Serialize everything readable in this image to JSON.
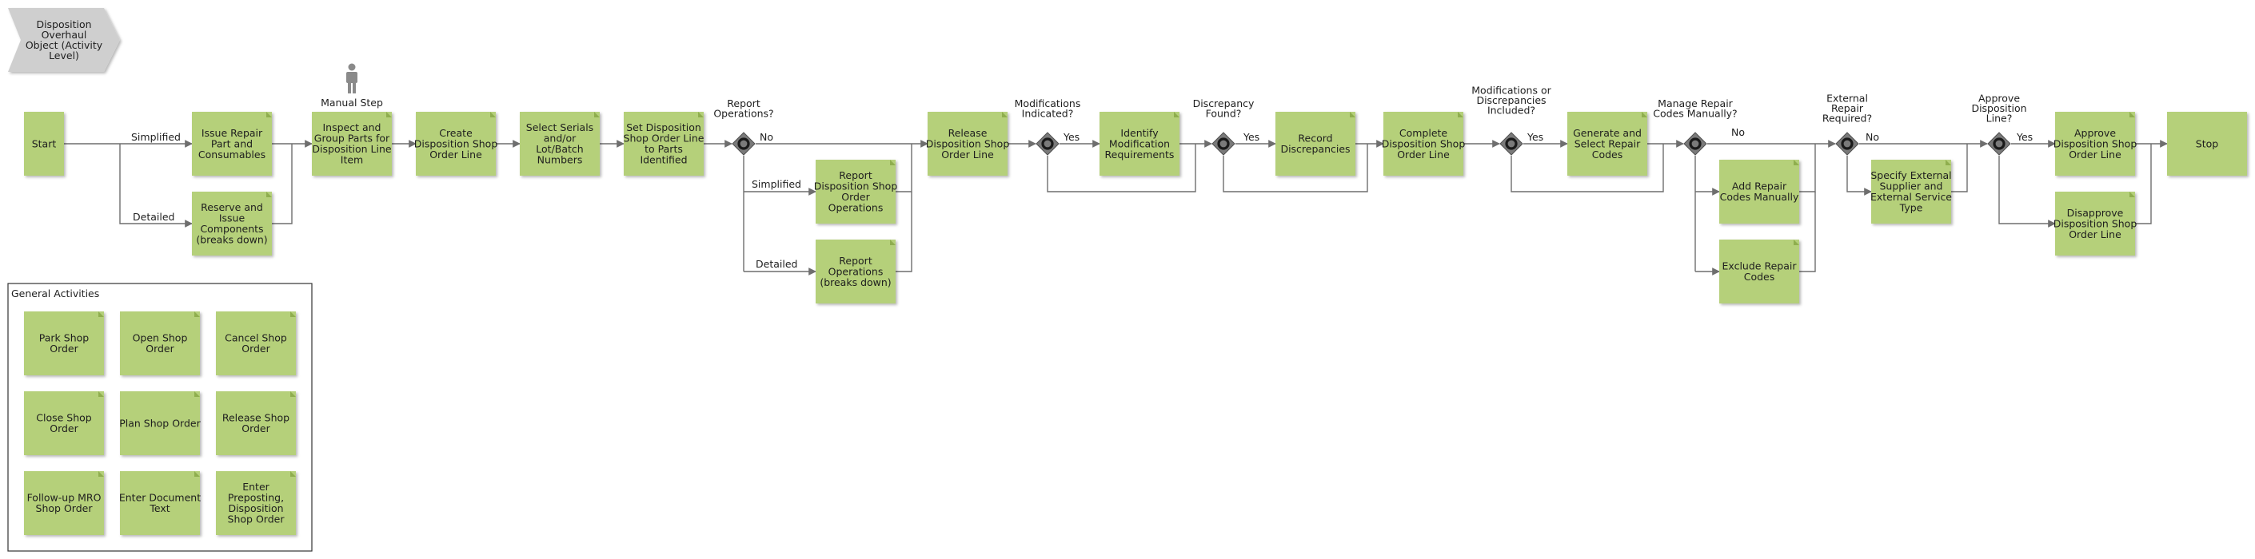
{
  "diagram": {
    "object": {
      "lines": [
        "Disposition",
        "Overhaul",
        "Object (Activity",
        "Level)"
      ]
    },
    "general_activities_title": "General Activities",
    "manual_step_label": "Manual Step",
    "nodes": {
      "start": {
        "type": "terminal",
        "lines": [
          "Start"
        ]
      },
      "issue_repair": {
        "type": "activity",
        "lines": [
          "Issue Repair",
          "Part and",
          "Consumables"
        ]
      },
      "reserve_issue": {
        "type": "activity",
        "lines": [
          "Reserve and",
          "Issue",
          "Components",
          "(breaks down)"
        ]
      },
      "inspect_group": {
        "type": "activity",
        "lines": [
          "Inspect and",
          "Group Parts for",
          "Disposition Line",
          "Item"
        ]
      },
      "create_disp": {
        "type": "activity",
        "lines": [
          "Create",
          "Disposition Shop",
          "Order Line"
        ]
      },
      "select_serials": {
        "type": "activity",
        "lines": [
          "Select Serials",
          "and/or",
          "Lot/Batch",
          "Numbers"
        ]
      },
      "set_disp": {
        "type": "activity",
        "lines": [
          "Set Disposition",
          "Shop Order Line",
          "to Parts",
          "Identified"
        ]
      },
      "report_disp_ops": {
        "type": "activity",
        "lines": [
          "Report",
          "Disposition Shop",
          "Order",
          "Operations"
        ]
      },
      "report_ops_breaks": {
        "type": "activity",
        "lines": [
          "Report",
          "Operations",
          "(breaks down)"
        ]
      },
      "release_disp": {
        "type": "activity",
        "lines": [
          "Release",
          "Disposition Shop",
          "Order Line"
        ]
      },
      "identify_mod": {
        "type": "activity",
        "lines": [
          "Identify",
          "Modification",
          "Requirements"
        ]
      },
      "record_disc": {
        "type": "activity",
        "lines": [
          "Record",
          "Discrepancies"
        ]
      },
      "complete_disp": {
        "type": "activity",
        "lines": [
          "Complete",
          "Disposition Shop",
          "Order Line"
        ]
      },
      "generate_codes": {
        "type": "activity",
        "lines": [
          "Generate and",
          "Select Repair",
          "Codes"
        ]
      },
      "add_codes": {
        "type": "activity",
        "lines": [
          "Add Repair",
          "Codes Manually"
        ]
      },
      "exclude_codes": {
        "type": "activity",
        "lines": [
          "Exclude Repair",
          "Codes"
        ]
      },
      "specify_ext": {
        "type": "activity",
        "lines": [
          "Specify External",
          "Supplier and",
          "External Service",
          "Type"
        ]
      },
      "approve_disp": {
        "type": "activity",
        "lines": [
          "Approve",
          "Disposition Shop",
          "Order Line"
        ]
      },
      "disapprove_disp": {
        "type": "activity",
        "lines": [
          "Disapprove",
          "Disposition Shop",
          "Order Line"
        ]
      },
      "stop": {
        "type": "terminal",
        "lines": [
          "Stop"
        ]
      },
      "ga_park": {
        "type": "activity",
        "lines": [
          "Park Shop",
          "Order"
        ]
      },
      "ga_open": {
        "type": "activity",
        "lines": [
          "Open Shop",
          "Order"
        ]
      },
      "ga_cancel": {
        "type": "activity",
        "lines": [
          "Cancel Shop",
          "Order"
        ]
      },
      "ga_close": {
        "type": "activity",
        "lines": [
          "Close Shop",
          "Order"
        ]
      },
      "ga_plan": {
        "type": "activity",
        "lines": [
          "Plan Shop Order"
        ]
      },
      "ga_release": {
        "type": "activity",
        "lines": [
          "Release Shop",
          "Order"
        ]
      },
      "ga_followup": {
        "type": "activity",
        "lines": [
          "Follow-up MRO",
          "Shop Order"
        ]
      },
      "ga_enterdoc": {
        "type": "activity",
        "lines": [
          "Enter Document",
          "Text"
        ]
      },
      "ga_prepost": {
        "type": "activity",
        "lines": [
          "Enter",
          "Preposting,",
          "Disposition",
          "Shop Order"
        ]
      }
    },
    "gateways": {
      "g_report": {
        "lines": [
          "Report",
          "Operations?"
        ]
      },
      "g_mod": {
        "lines": [
          "Modifications",
          "Indicated?"
        ]
      },
      "g_disc": {
        "lines": [
          "Discrepancy",
          "Found?"
        ]
      },
      "g_moddisc": {
        "lines": [
          "Modifications or",
          "Discrepancies",
          "Included?"
        ]
      },
      "g_manage": {
        "lines": [
          "Manage Repair",
          "Codes Manually?"
        ]
      },
      "g_ext": {
        "lines": [
          "External",
          "Repair",
          "Required?"
        ]
      },
      "g_approve": {
        "lines": [
          "Approve",
          "Disposition",
          "Line?"
        ]
      }
    },
    "edge_labels": {
      "simplified": "Simplified",
      "detailed": "Detailed",
      "no": "No",
      "yes": "Yes"
    },
    "colors": {
      "activity_fill": "#b5d07a",
      "activity_fold": "#8fae4e",
      "edge": "#6e6e6e",
      "gateway_fill": "#7a7a7a",
      "object_fill": "#cfcfcf",
      "person_fill": "#8a8a8a"
    }
  }
}
